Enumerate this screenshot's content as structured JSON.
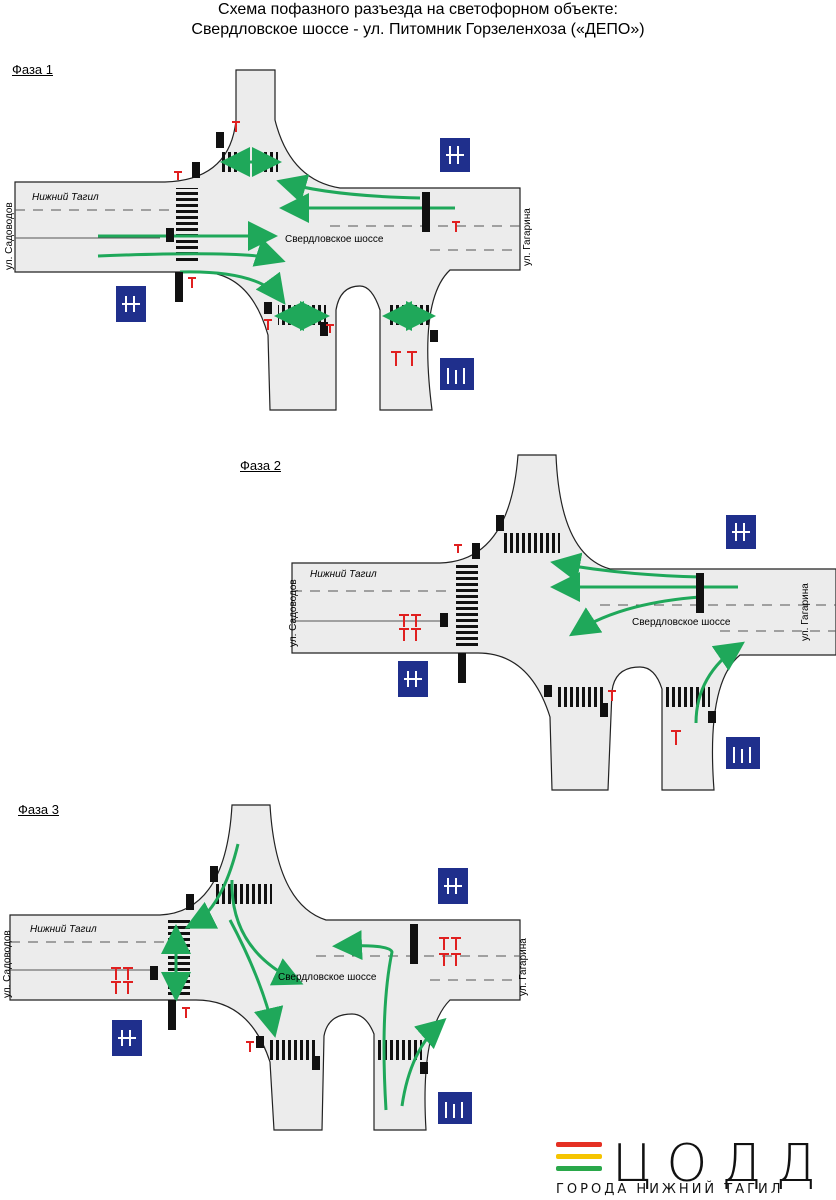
{
  "header": {
    "title_line1": "Схема пофазного разъезда на светофорном объекте:",
    "title_line2": "Свердловское шоссе - ул. Питомник Горзеленхоза («ДЕПО»)"
  },
  "streets": {
    "main": "Свердловское шоссе",
    "city": "Нижний Тагил",
    "left": "ул. Садоводов",
    "right": "ул. Гагарина"
  },
  "phases": [
    {
      "label": "Фаза 1"
    },
    {
      "label": "Фаза 2"
    },
    {
      "label": "Фаза 3"
    }
  ],
  "colors": {
    "movement_arrow": "#1fa85a",
    "stop_line_marker": "#e02020",
    "sign_blue": "#1f2f8c",
    "road_fill": "#ececec",
    "logo_red": "#e53023",
    "logo_yellow": "#f5c400",
    "logo_green": "#2aa84a"
  },
  "icons": [
    "traffic-light-icon",
    "lane-sign-icon",
    "pedestrian-crossing-icon",
    "movement-arrow-icon",
    "stop-marker-icon"
  ],
  "logo": {
    "word": "ЦОДД",
    "subtitle": "ГОРОДА НИЖНИЙ ТАГИЛ"
  }
}
